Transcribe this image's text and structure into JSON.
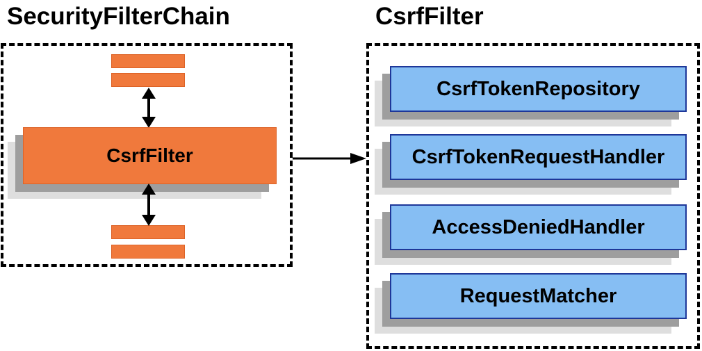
{
  "left_panel": {
    "title": "SecurityFilterChain",
    "csrf_filter_box_label": "CsrfFilter"
  },
  "right_panel": {
    "title": "CsrfFilter",
    "components": [
      {
        "label": "CsrfTokenRepository"
      },
      {
        "label": "CsrfTokenRequestHandler"
      },
      {
        "label": "AccessDeniedHandler"
      },
      {
        "label": "RequestMatcher"
      }
    ]
  },
  "colors": {
    "orange_fill": "#F0793C",
    "orange_border": "#DD6327",
    "blue_fill": "#86BEF3",
    "blue_border": "#1E3799",
    "shadow_dark": "#9E9E9E",
    "shadow_light": "#DEDEDE",
    "arrow": "#000000",
    "boundary": "#000000",
    "title_text": "#000000"
  }
}
